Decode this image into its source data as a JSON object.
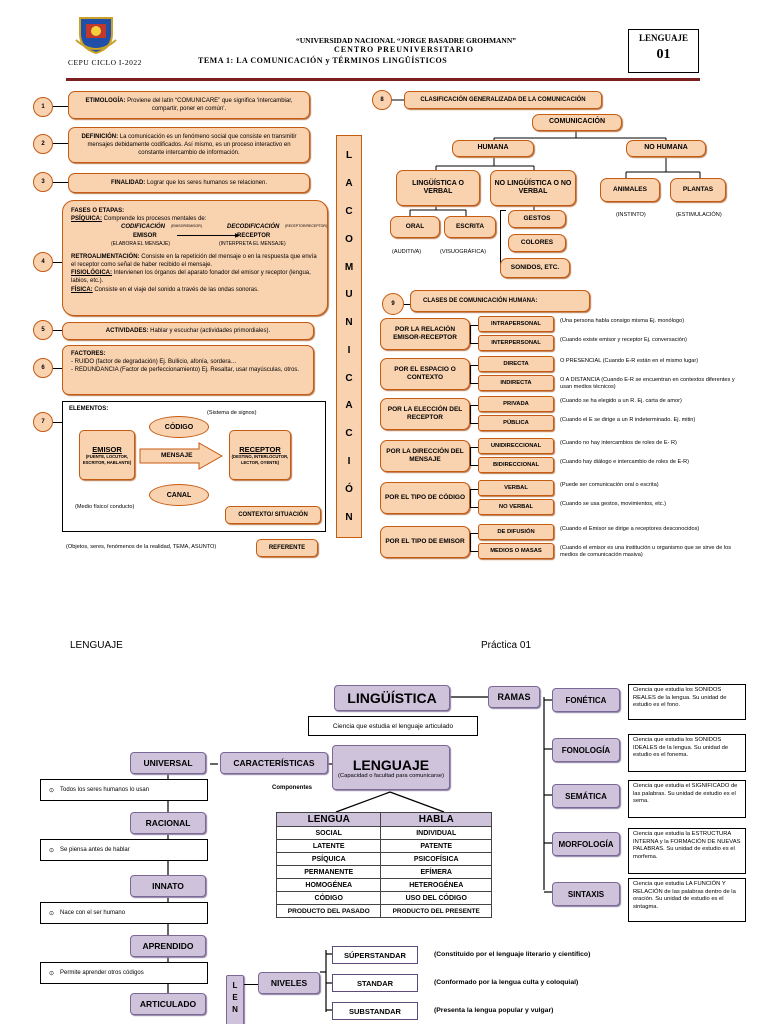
{
  "header": {
    "cycle": "CEPU CICLO I-2022",
    "university": "“UNIVERSIDAD NACIONAL “JORGE BASADRE GROHMANN”",
    "centre": "CENTRO PREUNIVERSITARIO",
    "topic": "TEMA 1: LA COMUNICACIÓN y TÉRMINOS LINGÜÍSTICOS",
    "subject": "LENGUAJE",
    "number": "01"
  },
  "left": {
    "n1": "1",
    "n2": "2",
    "n3": "3",
    "n4": "4",
    "n5": "5",
    "n6": "6",
    "n7": "7",
    "etimologia_label": "ETIMOLOGÍA:",
    "etimologia_text": " Proviene del latín “COMUNICARE” que significa ‘intercambiar, compartir, poner en común’.",
    "definicion_label": "DEFINICIÓN:",
    "definicion_text": " La comunicación es un fenómeno social que consiste en transmitir mensajes debidamente codificados. Así mismo, es un proceso interactivo en constante intercambio de información.",
    "finalidad_label": "FINALIDAD:",
    "finalidad_text": " Lograr que los seres humanos se relacionen.",
    "fases_title": "FASES O ETAPAS:",
    "psiquica_label": "PSÍQUICA:",
    "psiquica_text": " Comprende los procesos mentales de:",
    "codificacion": "CODIFICACIÓN",
    "codificacion_note": "(EMISOR/EMISOR)",
    "decodificacion": "DECODIFICACIÓN",
    "decodificacion_note": "(RECEPTOR/RECEPTOR)",
    "emisor": "EMISOR",
    "receptor": "RECEPTOR",
    "elabora": "(ELABORA EL MENSAJE)",
    "interpreta": "(INTERPRETA EL MENSAJE)",
    "retro_label": "RETROALIMENTACIÓN:",
    "retro_text": " Consiste en la repetición del mensaje o en la respuesta que envía el receptor como señal de haber recibido el mensaje.",
    "fisiologica_label": "FISIOLÓGICA:",
    "fisiologica_text": " Intervienen los órganos del aparato fonador del emisor y receptor (lengua, labios, etc.).",
    "fisica_label": "FÍSICA:",
    "fisica_text": " Consiste en el viaje del sonido a través de las ondas sonoras.",
    "actividades_label": "ACTIVIDADES:",
    "actividades_text": " Hablar y escuchar (actividades primordiales).",
    "factores_title": "FACTORES:",
    "ruido": "- RUIDO (factor de degradación) Ej. Bullicio, afonía, sordera…",
    "redundancia": "- REDUNDANCIA (Factor de perfeccionamiento) Ej. Resaltar, usar mayúsculas, otros.",
    "elementos_title": "ELEMENTOS:",
    "sistema_signos": "(Sistema de signos)",
    "codigo": "CÓDIGO",
    "emisor_box": "EMISOR",
    "emisor_sub": "(FUENTE, LOCUTOR, ESCRITOR, HABLANTE)",
    "mensaje": "MENSAJE",
    "receptor_box": "RECEPTOR",
    "receptor_sub": "(DESTINO, INTERLOCUTOR, LECTOR, OYENTE)",
    "canal": "CANAL",
    "medio_fisico": "(Medio físico/ conducto)",
    "contexto": "CONTEXTO/ SITUACIÓN",
    "objetos": "(Objetos, seres, fenómenos de la realidad, TEMA, ASUNTO)",
    "referente": "REFERENTE"
  },
  "vertical": [
    "L",
    "A",
    "C",
    "O",
    "M",
    "U",
    "N",
    "I",
    "C",
    "A",
    "C",
    "I",
    "Ó",
    "N"
  ],
  "clasif": {
    "n8": "8",
    "title": "CLASIFICACIÓN GENERALIZADA DE LA COMUNICACIÓN",
    "comunicacion": "COMUNICACIÓN",
    "humana": "HUMANA",
    "no_humana": "NO HUMANA",
    "linguistica": "LINGÜÍSTICA O VERBAL",
    "no_linguistica": "NO LINGÜÍSTICA O NO VERBAL",
    "animales": "ANIMALES",
    "plantas": "PLANTAS",
    "instinto": "(INSTINTO)",
    "estimulacion": "(ESTIMULACIÓN)",
    "oral": "ORAL",
    "escrita": "ESCRITA",
    "auditiva": "(AUDITIVA)",
    "visuografica": "(VISUOGRÁFICA)",
    "gestos": "GESTOS",
    "colores": "COLORES",
    "sonidos": "SONIDOS, ETC."
  },
  "clases": {
    "n9": "9",
    "title": "CLASES DE COMUNICACIÓN HUMANA:",
    "groups": [
      {
        "label": "POR LA RELACIÓN EMISOR-RECEPTOR",
        "items": [
          {
            "name": "INTRAPERSONAL",
            "desc": "(Una persona habla consigo misma Ej. monólogo)"
          },
          {
            "name": "INTERPERSONAL",
            "desc": "(Cuando existe emisor y receptor Ej. conversación)"
          }
        ]
      },
      {
        "label": "POR EL ESPACIO O CONTEXTO",
        "items": [
          {
            "name": "DIRECTA",
            "desc": "O PRESENCIAL (Cuando E-R están en el mismo lugar)"
          },
          {
            "name": "INDIRECTA",
            "desc": "O A DISTANCIA (Cuando E-R se encuentran en contextos diferentes y usan medios técnicos)"
          }
        ]
      },
      {
        "label": "POR LA ELECCIÓN DEL RECEPTOR",
        "items": [
          {
            "name": "PRIVADA",
            "desc": "(Cuando se ha elegido a un R. Ej. carta de amor)"
          },
          {
            "name": "PÚBLICA",
            "desc": "(Cuando el E se dirige a un R indeterminado. Ej. mitin)"
          }
        ]
      },
      {
        "label": "POR LA DIRECCIÓN DEL MENSAJE",
        "items": [
          {
            "name": "UNIDIRECCIONAL",
            "desc": "(Cuando no hay intercambios de roles de E- R)"
          },
          {
            "name": "BIDIRECCIONAL",
            "desc": "(Cuando hay diálogo e intercambio de roles de E-R)"
          }
        ]
      },
      {
        "label": "POR EL TIPO DE CÓDIGO",
        "items": [
          {
            "name": "VERBAL",
            "desc": "(Puede ser comunicación oral o escrita)"
          },
          {
            "name": "NO VERBAL",
            "desc": "(Cuando se usa gestos, movimientos, etc.)"
          }
        ]
      },
      {
        "label": "POR EL TIPO DE EMISOR",
        "items": [
          {
            "name": "DE DIFUSIÓN",
            "desc": "(Cuando el Emisor se dirige a receptores desconocidos)"
          },
          {
            "name": "MEDIOS O MASAS",
            "desc": "(Cuando el emisor es una institución u organismo que se sirve de los medios de comunicación masiva)"
          }
        ]
      }
    ]
  },
  "practice": {
    "subject": "LENGUAJE",
    "practice": "Práctica 01",
    "linguistica": "LINGÜÍSTICA",
    "ling_def": "Ciencia que estudia el lenguaje articulado",
    "ramas": "RAMAS",
    "caracteristicas": "CARACTERÍSTICAS",
    "lenguaje": "LENGUAJE",
    "lenguaje_sub": "(Capacidad o facultad para comunicarse)",
    "componentes": "Componentes",
    "lengua": "LENGUA",
    "habla": "HABLA",
    "rows": [
      [
        "SOCIAL",
        "INDIVIDUAL"
      ],
      [
        "LATENTE",
        "PATENTE"
      ],
      [
        "PSÍQUICA",
        "PSICOFÍSICA"
      ],
      [
        "PERMANENTE",
        "EFÍMERA"
      ],
      [
        "HOMOGÉNEA",
        "HETEROGÉNEA"
      ],
      [
        "CÓDIGO",
        "USO DEL CÓDIGO"
      ],
      [
        "PRODUCTO DEL PASADO",
        "PRODUCTO DEL PRESENTE"
      ]
    ],
    "chars": [
      {
        "name": "UNIVERSAL",
        "desc": "Todos los seres humanos lo usan"
      },
      {
        "name": "RACIONAL",
        "desc": "Se piensa antes de hablar"
      },
      {
        "name": "INNATO",
        "desc": "Nace con el ser humano"
      },
      {
        "name": "APRENDIDO",
        "desc": "Permite aprender otros códigos"
      },
      {
        "name": "ARTICULADO",
        "desc": ""
      }
    ],
    "bullet": "⊙",
    "branches": [
      {
        "name": "FONÉTICA",
        "desc": "Ciencia que estudia los SONIDOS REALES de la lengua. Su unidad de estudio es el fono."
      },
      {
        "name": "FONOLOGÍA",
        "desc": "Ciencia que estudia los SONIDOS IDEALES de la lengua. Su unidad de estudio es el fonema."
      },
      {
        "name": "SEMÁTICA",
        "desc": "Ciencia que estudia el SIGNIFICADO de las palabras. Su unidad de estudio es el sema."
      },
      {
        "name": "MORFOLOGÍA",
        "desc": "Ciencia que estudia la ESTRUCTURA INTERNA y la FORMACIÓN DE NUEVAS PALABRAS. Su unidad de estudio es el morfema."
      },
      {
        "name": "SINTAXIS",
        "desc": "Ciencia que estudia LA FUNCIÓN Y RELACIÓN de las palabras dentro de la oración. Su unidad de estudio es el sintagma."
      }
    ],
    "niveles": "NIVELES",
    "levels": [
      {
        "name": "SÚPERSTANDAR",
        "desc": "(Constituido por el lenguaje literario y científico)"
      },
      {
        "name": "STANDAR",
        "desc": "(Conformado por la lengua culta y coloquial)"
      },
      {
        "name": "SUBSTANDAR",
        "desc": "(Presenta la lengua popular y vulgar)"
      }
    ],
    "vert2": [
      "L",
      "E",
      "N"
    ]
  }
}
